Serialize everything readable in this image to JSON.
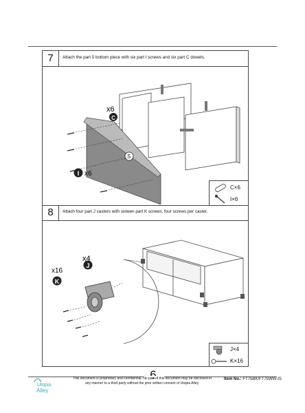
{
  "steps": [
    {
      "number": "7",
      "instruction": "Attach the part 5 bottom piece with six part I screws and six part C dowels.",
      "callouts": {
        "c_qty": "x6",
        "c_letter": "C",
        "i_letter": "I",
        "i_qty": "x6",
        "panel_label": "5"
      },
      "legend": [
        {
          "label": "C×6",
          "icon": "dowel-icon"
        },
        {
          "label": "I×6",
          "icon": "screw-icon"
        }
      ]
    },
    {
      "number": "8",
      "instruction": "Attach four part J casters with sixteen part K screws, four screws per caster.",
      "callouts": {
        "k_qty": "x16",
        "k_letter": "K",
        "j_qty": "x4",
        "j_letter": "J"
      },
      "legend": [
        {
          "label": "J×4",
          "icon": "caster-icon"
        },
        {
          "label": "K×16",
          "icon": "screw-icon"
        }
      ]
    }
  ],
  "footer": {
    "page_number": "6",
    "logo_line1": "Utopia",
    "logo_line2": "Alley",
    "disclaimer_line1": "This document is proprietary and confidential. No part of this document may be disclosed in",
    "disclaimer_line2": "any manner to a third party without the prior written consent of Utopia Alley.",
    "item_label": "Item No.:",
    "item_value": "FT75BK/FT75WW-IS"
  },
  "colors": {
    "line": "#444444",
    "panel_dark": "#8a8a8a",
    "panel_light": "#ffffff",
    "logo": "#3aa8c1"
  }
}
